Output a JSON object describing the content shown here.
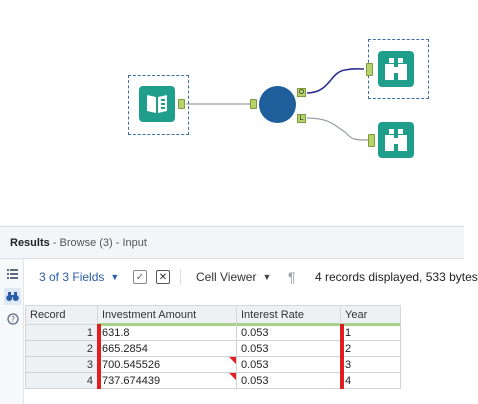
{
  "results": {
    "title": "Results",
    "subtitle": " - Browse (3) - Input"
  },
  "toolbar": {
    "fields_label": "3 of 3 Fields",
    "viewer_label": "Cell Viewer",
    "records_label": "4 records displayed, 533 bytes"
  },
  "grid": {
    "columns": [
      "Record",
      "Investment Amount",
      "Interest Rate",
      "Year"
    ],
    "rows": [
      {
        "record": "1",
        "amount": "631.8",
        "rate": "0.053",
        "year": "1"
      },
      {
        "record": "2",
        "amount": "665.2854",
        "rate": "0.053",
        "year": "2"
      },
      {
        "record": "3",
        "amount": "700.545526",
        "rate": "0.053",
        "year": "3"
      },
      {
        "record": "4",
        "amount": "737.674439",
        "rate": "0.053",
        "year": "4"
      }
    ]
  },
  "anchors": {
    "output_o": "O",
    "output_l": "L"
  },
  "colors": {
    "tool_teal": "#1f9e8b",
    "formula_blue": "#1d5e9b",
    "anchor_green": "#b7d36b",
    "selection_border": "#3b6ea5",
    "error_red": "#e02020"
  },
  "icons": {
    "input_tool": "book-icon",
    "browse_tool": "binoculars-icon",
    "formula_tool": "circle-icon"
  }
}
